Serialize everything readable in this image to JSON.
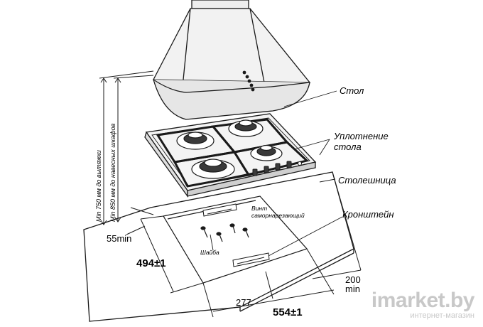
{
  "labels": {
    "table": "Стол",
    "seal": "Уплотнение\nстола",
    "countertop": "Столешница",
    "bracket": "Кронштейн",
    "screw": "Винт\nсаморнарезающий",
    "washer": "Шайба",
    "vertical_1": "Min 750 мм до вытяжки",
    "vertical_2": "Min 850 мм до навесных шкафов"
  },
  "dimensions": {
    "min_edge": "55min",
    "depth": "494±1",
    "half_width": "277",
    "width": "554±1",
    "back_clearance": "200\nmin"
  },
  "watermark": {
    "brand": "imarket.by",
    "tagline": "интернет-магазин"
  },
  "colors": {
    "line": "#1a1a1a",
    "burner_dark": "#3a3a3a",
    "watermark": "#c8c8c8"
  }
}
